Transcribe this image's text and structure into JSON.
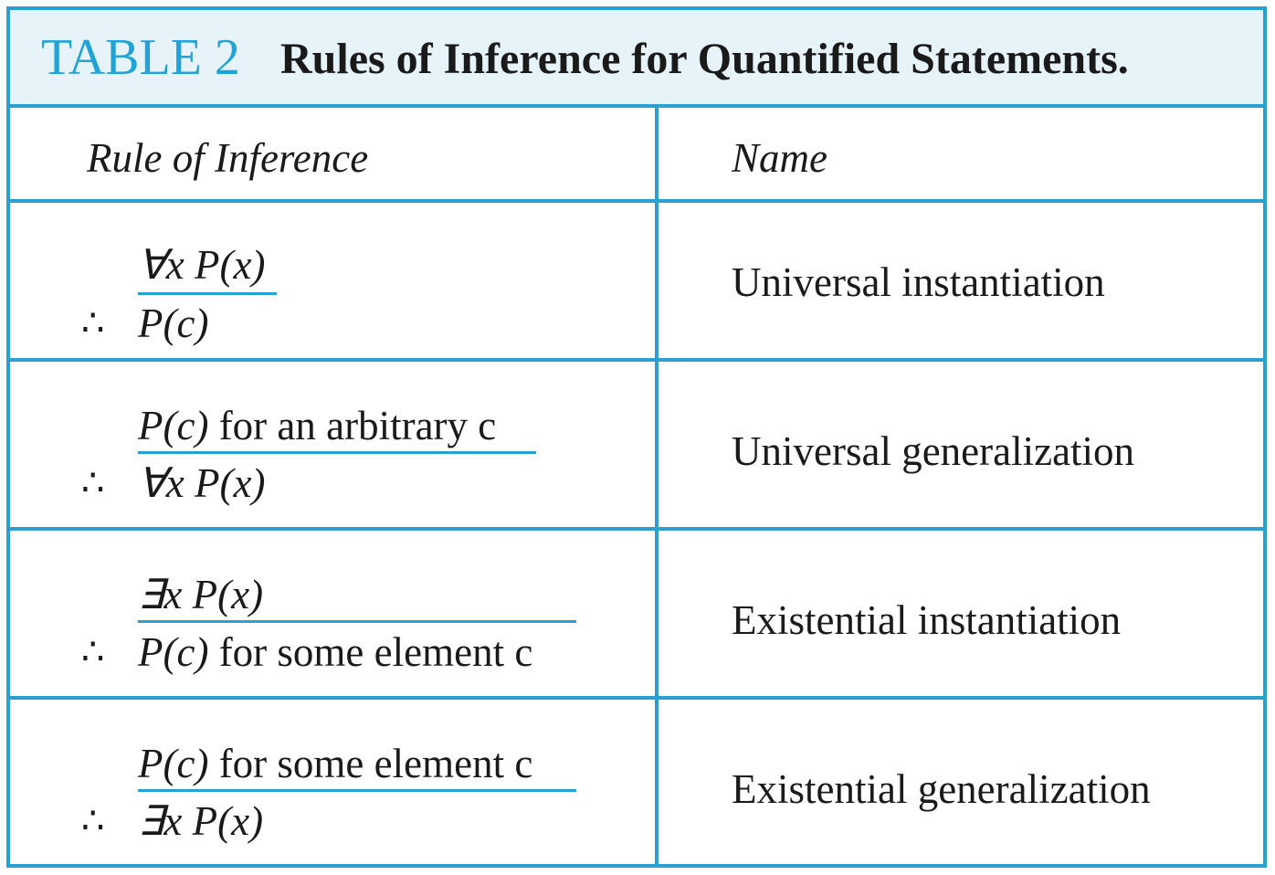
{
  "title": {
    "label": "TABLE 2",
    "text": "Rules of Inference for Quantified Statements."
  },
  "headers": {
    "rule": "Rule of Inference",
    "name": "Name"
  },
  "colors": {
    "accent": "#2a9fd0",
    "title_background": "#e6f3f9",
    "text": "#1a1a1a"
  },
  "therefore_symbol": "∴",
  "rows": [
    {
      "premise_math": "∀x P(x)",
      "premise_text": "",
      "conclusion_math": "P(c)",
      "conclusion_text": "",
      "name": "Universal instantiation"
    },
    {
      "premise_math": "P(c)",
      "premise_text": "for an arbitrary c",
      "conclusion_math": "∀x P(x)",
      "conclusion_text": "",
      "name": "Universal generalization"
    },
    {
      "premise_math": "∃x P(x)",
      "premise_text": "",
      "conclusion_math": "P(c)",
      "conclusion_text": "for some element c",
      "name": "Existential instantiation"
    },
    {
      "premise_math": "P(c)",
      "premise_text": "for some element c",
      "conclusion_math": "∃x P(x)",
      "conclusion_text": "",
      "name": "Existential generalization"
    }
  ]
}
